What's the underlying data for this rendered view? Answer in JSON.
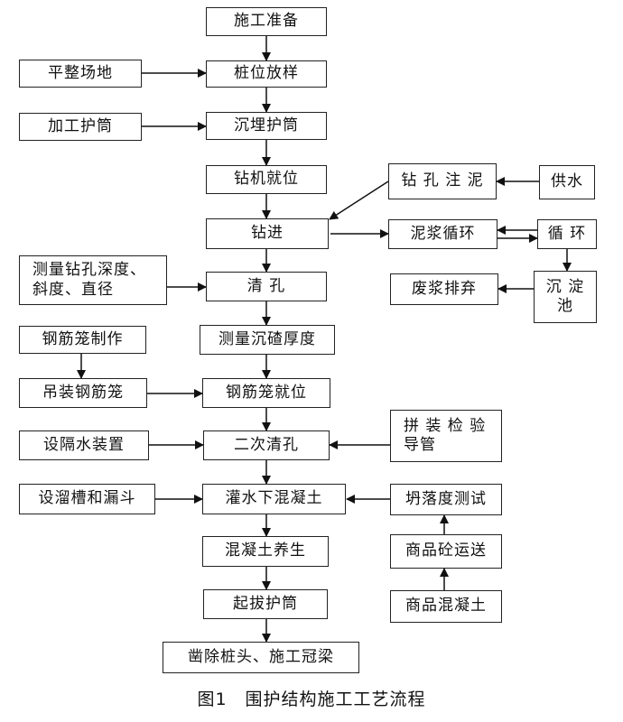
{
  "main": {
    "prep": "施工准备",
    "stake": "桩位放样",
    "bury": "沉埋护筒",
    "rig": "钻机就位",
    "drill": "钻进",
    "clean1": "清 孔",
    "measure_sed": "测量沉碴厚度",
    "cage_place": "钢筋笼就位",
    "clean2": "二次清孔",
    "pour": "灌水下混凝土",
    "cure": "混凝土养生",
    "pull": "起拔护筒",
    "chisel": "凿除桩头、施工冠梁"
  },
  "left": {
    "level": "平整场地",
    "fab_casing": "加工护筒",
    "measure_hole": "测量钻孔深度、\n斜度、直径",
    "cage_make": "钢筋笼制作",
    "cage_lift": "吊装钢筋笼",
    "water_stop": "设隔水装置",
    "chute": "设溜槽和漏斗"
  },
  "right": {
    "inject": "钻 孔 注 泥",
    "water": "供水",
    "mud_cycle": "泥浆循环",
    "circ": "循 环",
    "waste": "废浆排弃",
    "settle": "沉 淀\n池",
    "pipe": "拼 装 检 验\n导管",
    "slump": "坍落度测试",
    "transport": "商品砼运送",
    "concrete": "商品混凝土"
  },
  "caption": "图1　围护结构施工工艺流程"
}
